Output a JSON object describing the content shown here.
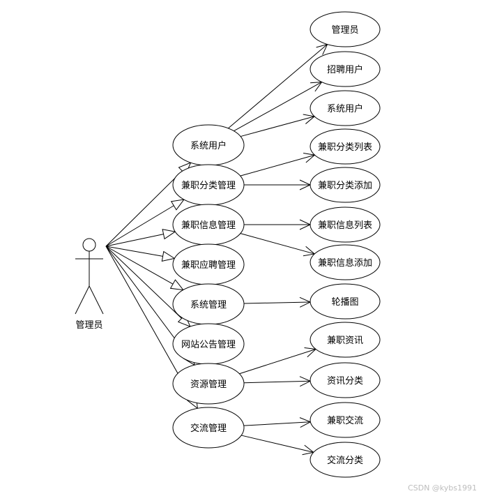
{
  "actor": {
    "label": "管理员"
  },
  "modules": [
    {
      "label": "系统用户",
      "children": [
        "管理员",
        "招聘用户",
        "系统用户"
      ]
    },
    {
      "label": "兼职分类管理",
      "children": [
        "兼职分类列表",
        "兼职分类添加"
      ]
    },
    {
      "label": "兼职信息管理",
      "children": [
        "兼职信息列表",
        "兼职信息添加"
      ]
    },
    {
      "label": "兼职应聘管理",
      "children": []
    },
    {
      "label": "系统管理",
      "children": [
        "轮播图"
      ]
    },
    {
      "label": "网站公告管理",
      "children": []
    },
    {
      "label": "资源管理",
      "children": [
        "兼职资讯",
        "资讯分类"
      ]
    },
    {
      "label": "交流管理",
      "children": [
        "兼职交流",
        "交流分类"
      ]
    }
  ],
  "watermark": "CSDN @kybs1991"
}
